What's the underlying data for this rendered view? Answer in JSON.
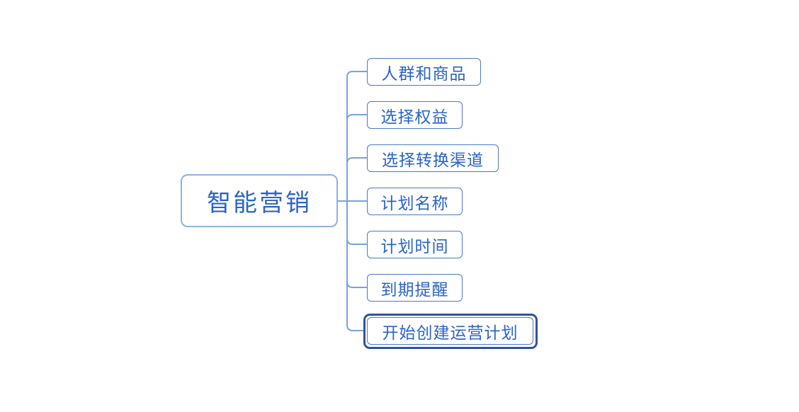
{
  "diagram": {
    "type": "mindmap",
    "root": {
      "label": "智能营销"
    },
    "children": [
      {
        "label": "人群和商品",
        "selected": false
      },
      {
        "label": "选择权益",
        "selected": false
      },
      {
        "label": "选择转换渠道",
        "selected": false
      },
      {
        "label": "计划名称",
        "selected": false
      },
      {
        "label": "计划时间",
        "selected": false
      },
      {
        "label": "到期提醒",
        "selected": false
      },
      {
        "label": "开始创建运营计划",
        "selected": true
      }
    ],
    "colors": {
      "background": "#ffffff",
      "node_text": "#2a64c8",
      "root_border": "#8fb2e0",
      "child_border": "#4a7ac8",
      "connector": "#7ba3d8",
      "selected_outline": "#2f5597"
    }
  }
}
